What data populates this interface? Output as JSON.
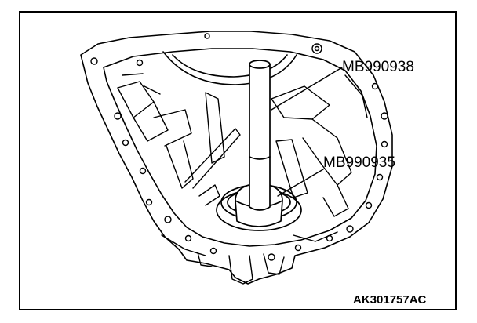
{
  "labels": {
    "tool_upper": "MB990938",
    "tool_lower": "MB990935",
    "figure_code": "AK301757AC"
  },
  "colors": {
    "line": "#000000",
    "background": "#ffffff"
  }
}
